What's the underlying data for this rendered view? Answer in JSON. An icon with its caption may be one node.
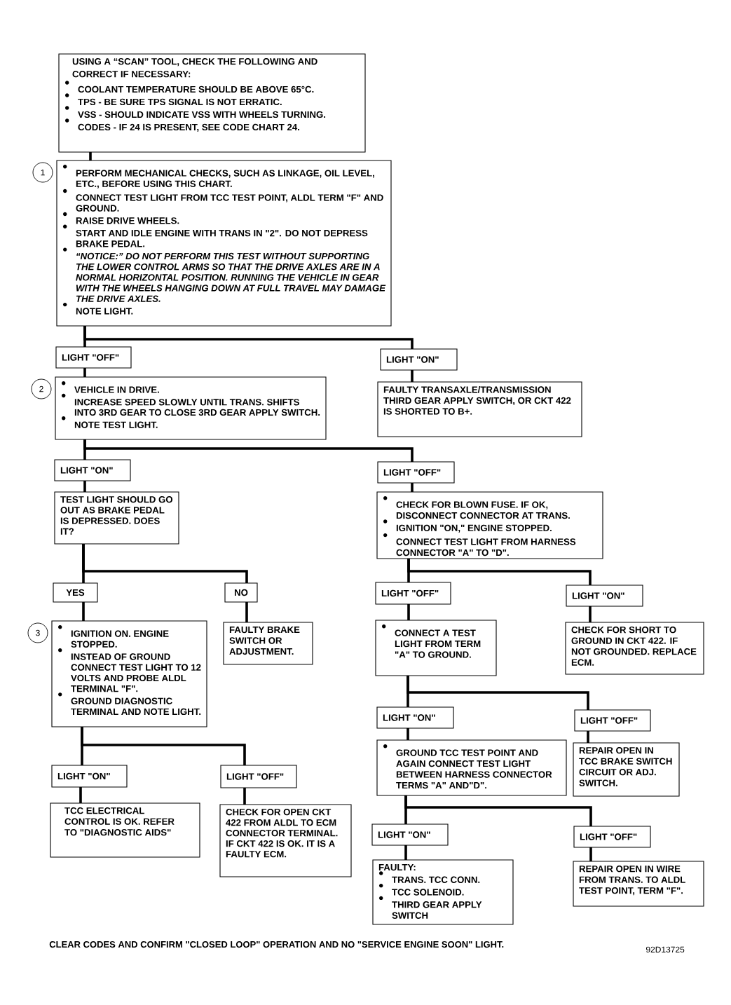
{
  "diagram": {
    "nodes": [
      {
        "text": [
          "USING A “SCAN” TOOL, CHECK THE FOLLOWING AND CORRECT IF NECESSARY:",
          "COOLANT TEMPERATURE SHOULD BE ABOVE 65°C.",
          "TPS - BE SURE TPS SIGNAL IS NOT ERRATIC.",
          "VSS - SHOULD INDICATE VSS WITH WHEELS TURNING.",
          "CODES - IF 24 IS PRESENT, SEE CODE CHART 24."
        ]
      },
      {
        "text": [
          "PERFORM MECHANICAL CHECKS, SUCH AS LINKAGE, OIL LEVEL, ETC., BEFORE USING THIS CHART.",
          "CONNECT TEST LIGHT FROM TCC TEST POINT, ALDL TERM \"F\" AND GROUND.",
          "RAISE DRIVE WHEELS.",
          "START AND IDLE ENGINE WITH TRANS IN \"2\". DO NOT DEPRESS BRAKE PEDAL.",
          "“NOTICE:” DO NOT PERFORM THIS TEST WITHOUT SUPPORTING THE LOWER CONTROL ARMS SO THAT THE DRIVE AXLES ARE IN A NORMAL HORIZONTAL POSITION. RUNNING THE VEHICLE IN GEAR WITH THE WHEELS HANGING DOWN AT FULL TRAVEL MAY DAMAGE THE DRIVE AXLES.",
          "NOTE LIGHT."
        ],
        "beside": [
          "1"
        ]
      },
      {
        "text": [
          "LIGHT \"OFF\""
        ]
      },
      {
        "text": [
          "LIGHT \"ON\""
        ]
      },
      {
        "text": [
          "VEHICLE IN DRIVE.",
          "INCREASE SPEED SLOWLY UNTIL TRANS. SHIFTS INTO 3RD GEAR TO CLOSE 3RD GEAR APPLY SWITCH.",
          "NOTE TEST LIGHT."
        ],
        "beside": [
          "2"
        ]
      },
      {
        "text": [
          "FAULTY TRANSAXLE/TRANSMISSION THIRD GEAR APPLY SWITCH, OR CKT 422 IS SHORTED TO B+."
        ]
      },
      {
        "text": [
          "LIGHT \"ON\""
        ]
      },
      {
        "text": [
          "LIGHT \"OFF\""
        ]
      },
      {
        "text": [
          "TEST LIGHT SHOULD GO OUT AS BRAKE PEDAL IS DEPRESSED. DOES IT?"
        ]
      },
      {
        "text": [
          "CHECK FOR BLOWN FUSE. IF OK, DISCONNECT CONNECTOR AT TRANS.",
          "IGNITION \"ON,\" ENGINE STOPPED.",
          "CONNECT TEST LIGHT FROM HARNESS CONNECTOR \"A\" TO \"D\"."
        ]
      },
      {
        "text": [
          "YES"
        ]
      },
      {
        "text": [
          "NO"
        ]
      },
      {
        "text": [
          "LIGHT \"OFF\""
        ]
      },
      {
        "text": [
          "LIGHT \"ON\""
        ]
      },
      {
        "text": [
          "IGNITION ON. ENGINE STOPPED.",
          "INSTEAD OF GROUND CONNECT TEST LIGHT TO 12 VOLTS AND PROBE ALDL TERMINAL \"F\".",
          "GROUND DIAGNOSTIC TERMINAL AND NOTE LIGHT."
        ],
        "beside": [
          "3"
        ]
      },
      {
        "text": [
          "FAULTY BRAKE SWITCH OR ADJUSTMENT."
        ]
      },
      {
        "text": [
          "CONNECT A TEST LIGHT FROM TERM \"A\" TO GROUND."
        ]
      },
      {
        "text": [
          "CHECK FOR SHORT TO GROUND IN CKT 422. IF NOT GROUNDED. REPLACE ECM."
        ]
      },
      {
        "text": [
          "LIGHT \"ON\""
        ]
      },
      {
        "text": [
          "LIGHT \"OFF\""
        ]
      },
      {
        "text": [
          "GROUND TCC TEST POINT AND AGAIN CONNECT TEST LIGHT BETWEEN HARNESS CONNECTOR TERMS \"A\" AND\"D\"."
        ]
      },
      {
        "text": [
          "REPAIR OPEN IN TCC BRAKE SWITCH CIRCUIT OR ADJ. SWITCH."
        ]
      },
      {
        "text": [
          "LIGHT \"ON\""
        ]
      },
      {
        "text": [
          "LIGHT \"OFF\""
        ]
      },
      {
        "text": [
          "TCC ELECTRICAL CONTROL IS OK. REFER TO \"DIAGNOSTIC AIDS\""
        ]
      },
      {
        "text": [
          "CHECK FOR OPEN CKT 422 FROM ALDL TO ECM CONNECTOR TERMINAL. IF CKT 422 IS OK. IT IS A FAULTY ECM."
        ]
      },
      {
        "text": [
          "LIGHT \"ON\""
        ]
      },
      {
        "text": [
          "LIGHT \"OFF\""
        ]
      },
      {
        "text": [
          "FAULTY:",
          "TRANS. TCC CONN.",
          "TCC SOLENOID.",
          "THIRD GEAR APPLY SWITCH"
        ]
      },
      {
        "text": [
          "REPAIR OPEN IN WIRE FROM TRANS. TO ALDL TEST POINT, TERM \"F\"."
        ]
      }
    ],
    "edges": [
      {
        "from": 0,
        "to": 1,
        "arrow": "none"
      },
      {
        "from": 1,
        "to": 2,
        "arrow": "none"
      },
      {
        "from": 1,
        "to": 3,
        "arrow": "none"
      },
      {
        "from": 2,
        "to": 4,
        "arrow": "none"
      },
      {
        "from": 3,
        "to": 5,
        "arrow": "none"
      },
      {
        "from": 4,
        "to": 6,
        "arrow": "none"
      },
      {
        "from": 4,
        "to": 7,
        "arrow": "none"
      },
      {
        "from": 6,
        "to": 8,
        "arrow": "none"
      },
      {
        "from": 7,
        "to": 9,
        "arrow": "none"
      },
      {
        "from": 8,
        "to": 10,
        "arrow": "none"
      },
      {
        "from": 8,
        "to": 11,
        "arrow": "none"
      },
      {
        "from": 9,
        "to": 12,
        "arrow": "none"
      },
      {
        "from": 9,
        "to": 13,
        "arrow": "none"
      },
      {
        "from": 10,
        "to": 14,
        "arrow": "none"
      },
      {
        "from": 11,
        "to": 15,
        "arrow": "none"
      },
      {
        "from": 12,
        "to": 16,
        "arrow": "none"
      },
      {
        "from": 13,
        "to": 17,
        "arrow": "none"
      },
      {
        "from": 14,
        "to": 22,
        "arrow": "none"
      },
      {
        "from": 14,
        "to": 23,
        "arrow": "none"
      },
      {
        "from": 16,
        "to": 18,
        "arrow": "none"
      },
      {
        "from": 16,
        "to": 19,
        "arrow": "none"
      },
      {
        "from": 18,
        "to": 20,
        "arrow": "none"
      },
      {
        "from": 19,
        "to": 21,
        "arrow": "none"
      },
      {
        "from": 22,
        "to": 24,
        "arrow": "none"
      },
      {
        "from": 23,
        "to": 25,
        "arrow": "none"
      },
      {
        "from": 20,
        "to": 26,
        "arrow": "none"
      },
      {
        "from": 20,
        "to": 27,
        "arrow": "none"
      },
      {
        "from": 26,
        "to": 28,
        "arrow": "none"
      },
      {
        "from": 27,
        "to": 29,
        "arrow": "none"
      }
    ],
    "labels": [
      "CLEAR CODES AND CONFIRM \"CLOSED LOOP\" OPERATION AND NO \"SERVICE ENGINE SOON\" LIGHT.",
      "92D13725"
    ]
  }
}
